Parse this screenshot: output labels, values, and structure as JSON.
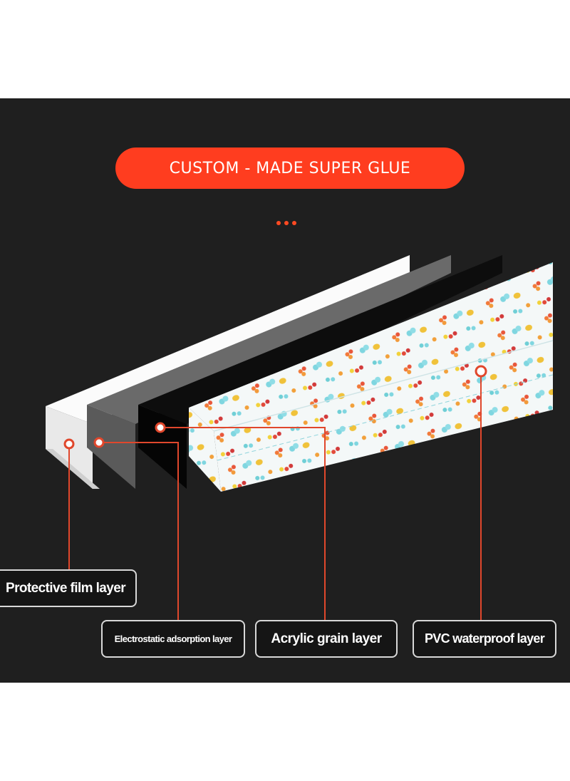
{
  "header": {
    "title": "CUSTOM - MADE SUPER GLUE"
  },
  "layers": [
    {
      "label": "Protective film layer",
      "color": "#ffffff"
    },
    {
      "label": "Electrostatic adsorption layer",
      "color": "#5e5e5e"
    },
    {
      "label": "Acrylic grain layer",
      "color": "#0a0a0a"
    },
    {
      "label": "PVC waterproof layer",
      "color": "#f4f8f8"
    }
  ],
  "colors": {
    "background": "#1f1f1f",
    "accent": "#ff3d1f",
    "callout_line": "#e0472c"
  }
}
